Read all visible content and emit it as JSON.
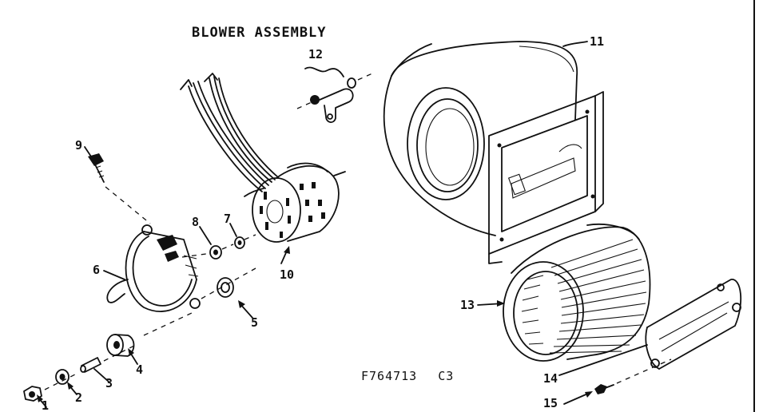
{
  "title": "BLOWER ASSEMBLY",
  "drawing_code": "F764713",
  "drawing_rev": "C3",
  "part_numbers": [
    "1",
    "2",
    "3",
    "4",
    "5",
    "6",
    "7",
    "8",
    "9",
    "10",
    "11",
    "12",
    "13",
    "14",
    "15"
  ]
}
